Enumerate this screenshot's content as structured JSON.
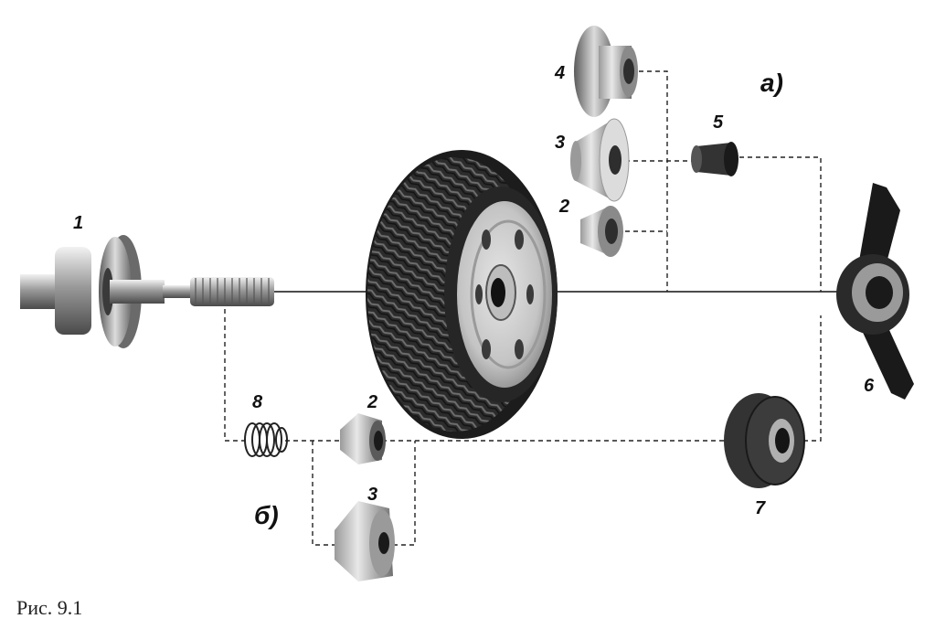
{
  "caption": "Рис. 9.1",
  "group_labels": {
    "a": "а)",
    "b": "б)"
  },
  "part_labels": {
    "shaft": "1",
    "cone2_top": "2",
    "cone3_top": "3",
    "cone4_top": "4",
    "cap5": "5",
    "wing_nut6": "6",
    "hub7": "7",
    "spring8": "8",
    "cone2_bottom": "2",
    "cone3_bottom": "3"
  }
}
